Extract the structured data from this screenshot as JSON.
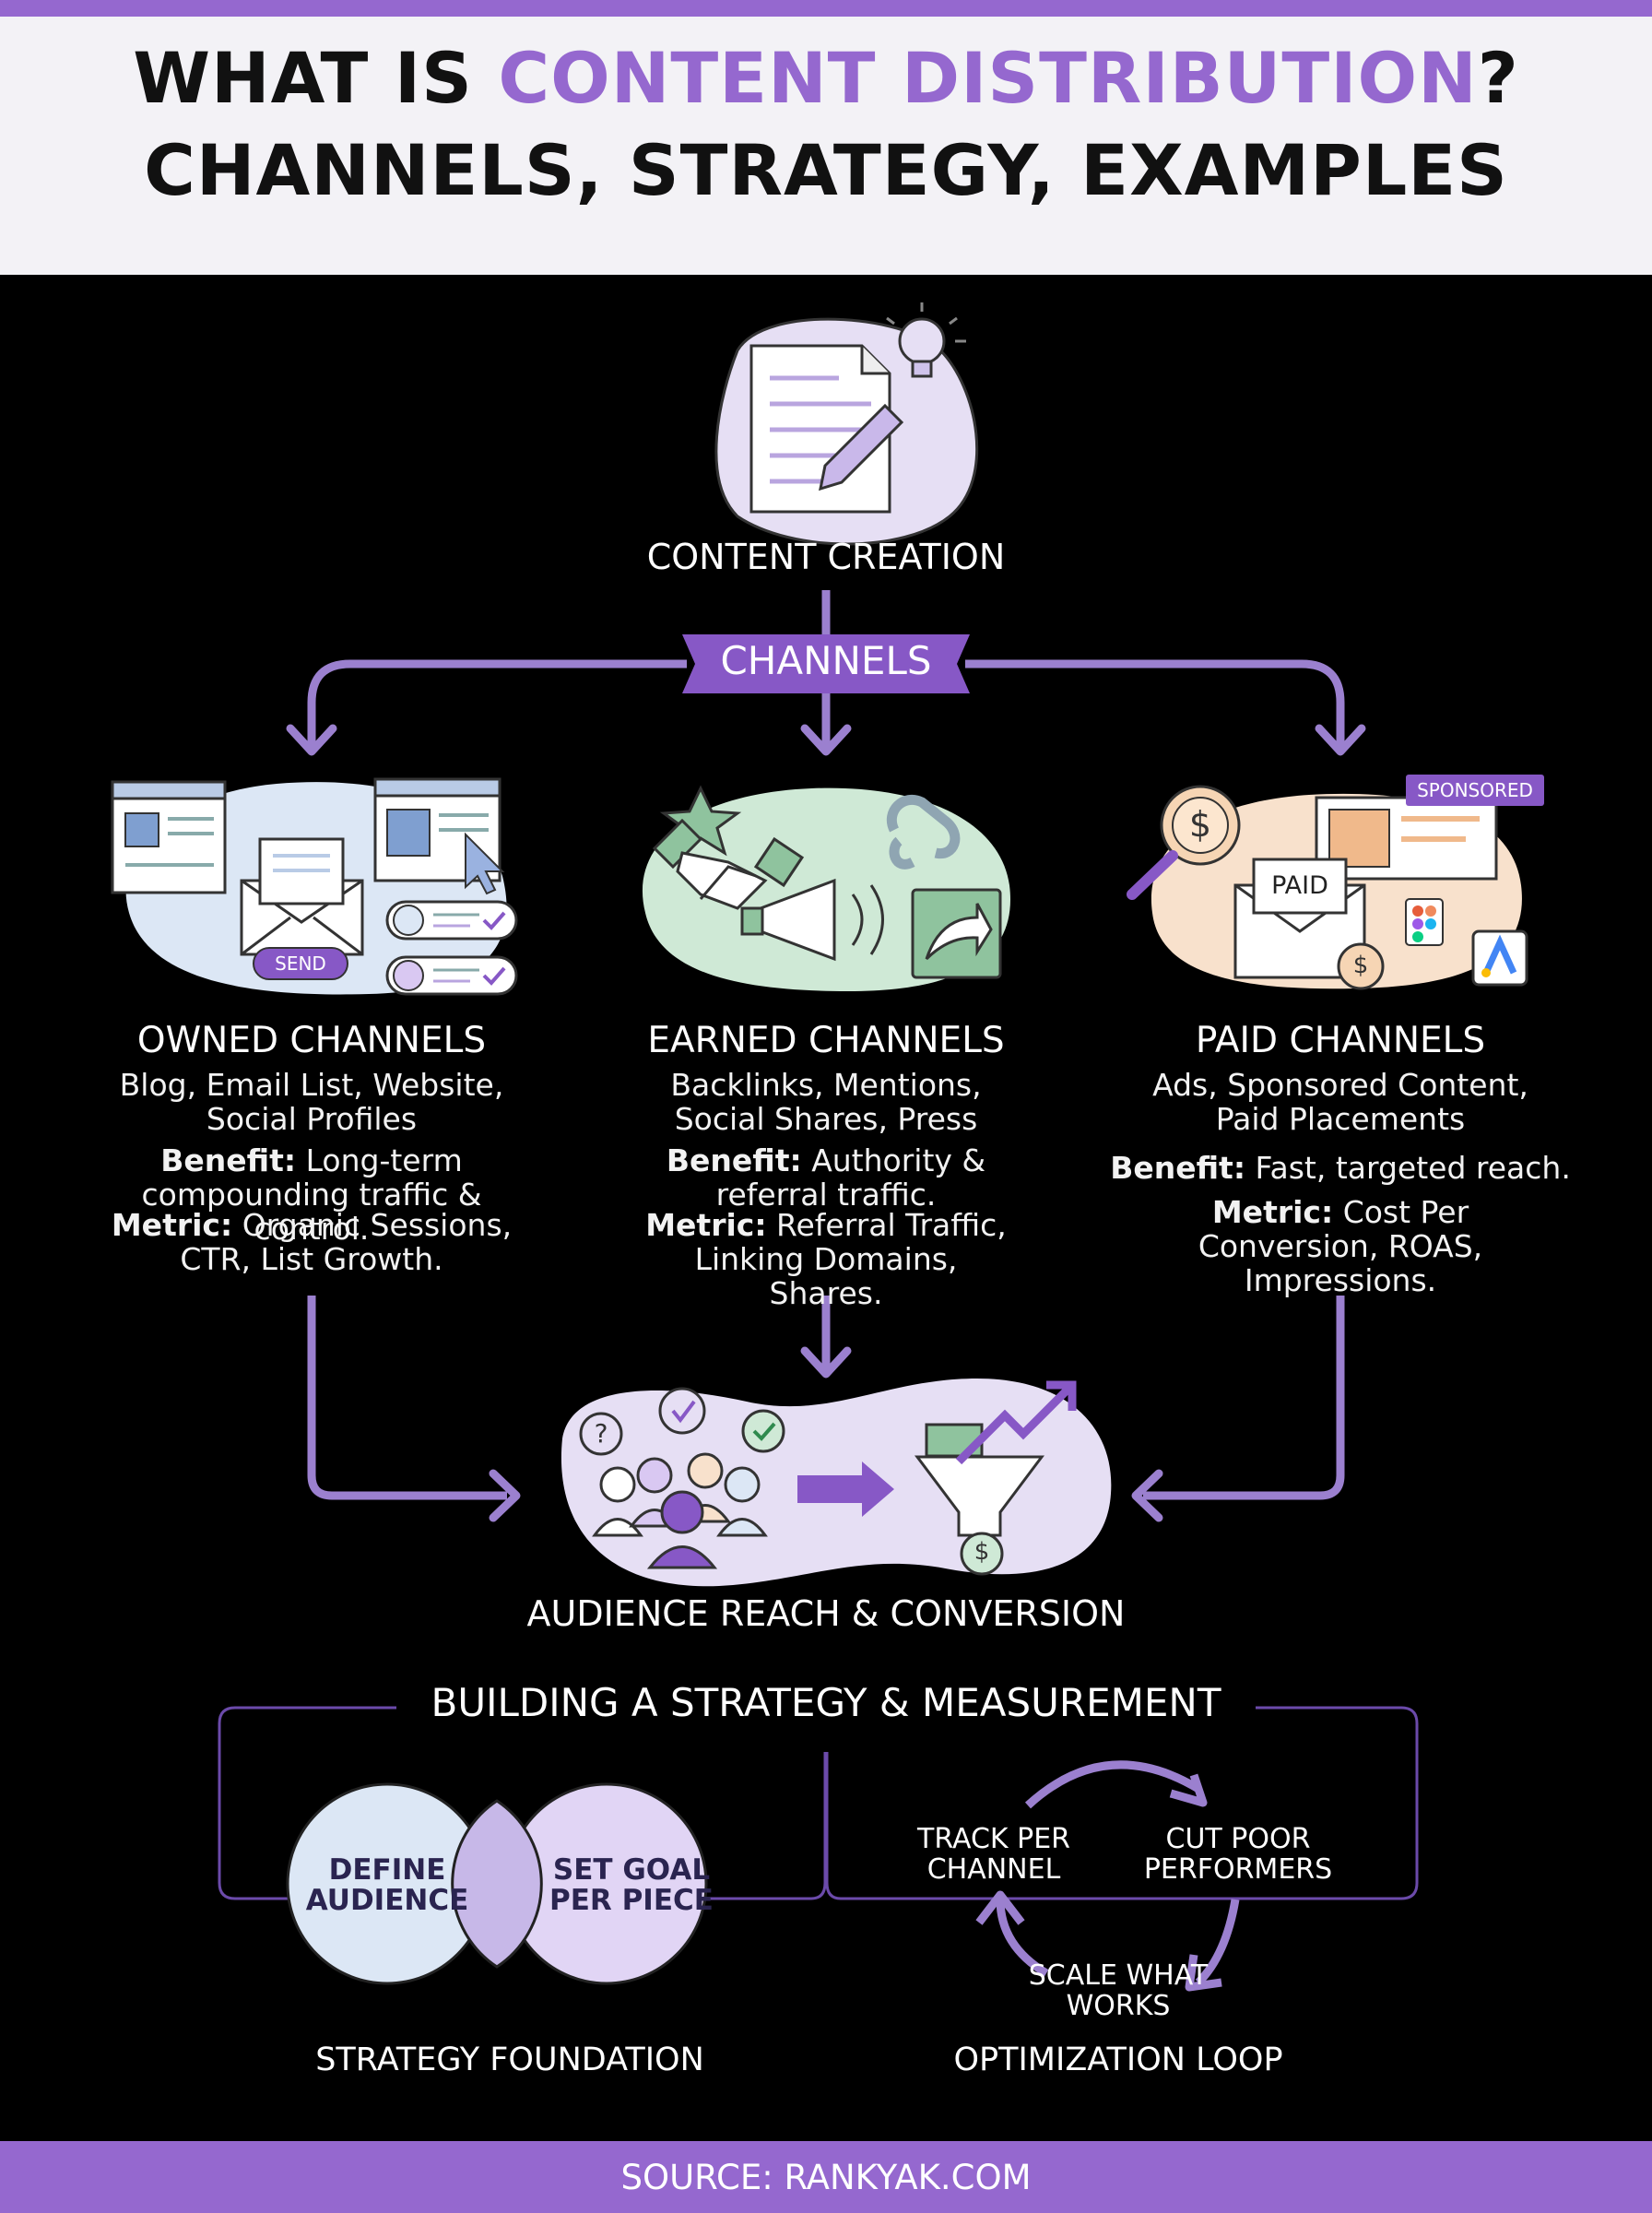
{
  "header": {
    "title_part1": "WHAT IS ",
    "title_accent": "CONTENT DISTRIBUTION",
    "title_part2": "?",
    "title_line2": "CHANNELS, STRATEGY, EXAMPLES"
  },
  "content_creation": {
    "label": "CONTENT CREATION"
  },
  "channels_pill": {
    "label": "CHANNELS"
  },
  "owned": {
    "title": "OWNED CHANNELS",
    "examples": "Blog, Email List, Website, Social Profiles",
    "benefit_label": "Benefit:",
    "benefit": "Long-term compounding traffic & control.",
    "metric_label": "Metric:",
    "metric": "Organic Sessions, CTR, List Growth.",
    "icon_send": "SEND"
  },
  "earned": {
    "title": "EARNED CHANNELS",
    "examples": "Backlinks, Mentions, Social Shares, Press",
    "benefit_label": "Benefit:",
    "benefit": "Authority & referral traffic.",
    "metric_label": "Metric:",
    "metric": "Referral Traffic, Linking Domains, Shares."
  },
  "paid": {
    "title": "PAID CHANNELS",
    "examples": "Ads, Sponsored Content, Paid Placements",
    "benefit_label": "Benefit:",
    "benefit": "Fast, targeted reach.",
    "metric_label": "Metric:",
    "metric": "Cost Per Conversion, ROAS, Impressions.",
    "icon_sponsored": "SPONSORED",
    "icon_paid": "PAID"
  },
  "audience": {
    "label": "AUDIENCE REACH & CONVERSION"
  },
  "strategy": {
    "title": "BUILDING A STRATEGY & MEASUREMENT",
    "venn_left": "DEFINE AUDIENCE",
    "venn_right": "SET GOAL PER PIECE",
    "foundation_label": "STRATEGY FOUNDATION",
    "loop_track": "TRACK PER CHANNEL",
    "loop_cut": "CUT POOR PERFORMERS",
    "loop_scale": "SCALE WHAT WORKS",
    "loop_label": "OPTIMIZATION LOOP"
  },
  "footer": {
    "source": "SOURCE: RANKYAK.COM"
  },
  "colors": {
    "accent": "#9568cf",
    "lavender": "#e4dcf3",
    "mint": "#cfe9d6",
    "peach": "#f8e1cc",
    "blue": "#dce7f5"
  }
}
